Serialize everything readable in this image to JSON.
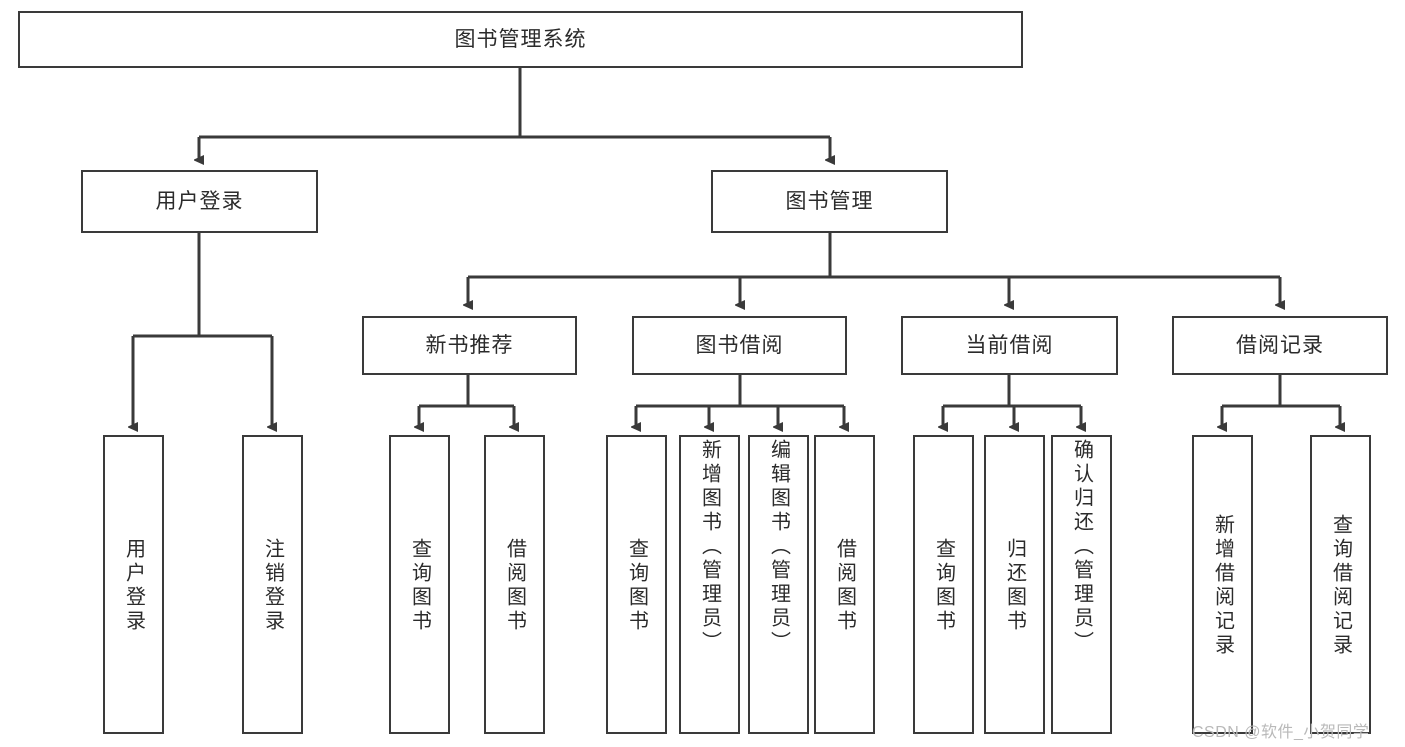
{
  "diagram": {
    "type": "tree-hierarchy",
    "title": "图书管理系统",
    "watermark": "CSDN @软件_小贺同学",
    "colors": {
      "box_border": "#3a3a3a",
      "box_fill": "#ffffff",
      "connector": "#3a3a3a",
      "text": "#2b2b2b",
      "watermark": "#b9b9b9"
    },
    "root": {
      "label": "图书管理系统"
    },
    "level2": [
      {
        "id": "user-login",
        "label": "用户登录"
      },
      {
        "id": "book-manage",
        "label": "图书管理"
      }
    ],
    "level3": [
      {
        "id": "new-book-recommend",
        "label": "新书推荐",
        "parent": "book-manage"
      },
      {
        "id": "book-borrow",
        "label": "图书借阅",
        "parent": "book-manage"
      },
      {
        "id": "current-borrow",
        "label": "当前借阅",
        "parent": "book-manage"
      },
      {
        "id": "borrow-record",
        "label": "借阅记录",
        "parent": "book-manage"
      }
    ],
    "leaves": {
      "user_login": [
        {
          "id": "leaf-user-login",
          "label": "用户登录"
        },
        {
          "id": "leaf-user-logout",
          "label": "注销登录"
        }
      ],
      "new_book_recommend": [
        {
          "id": "leaf-query-book-1",
          "label": "查询图书"
        },
        {
          "id": "leaf-borrow-book-1",
          "label": "借阅图书"
        }
      ],
      "book_borrow": [
        {
          "id": "leaf-query-book-2",
          "label": "查询图书"
        },
        {
          "id": "leaf-add-book",
          "label": "新增图书（管理员）"
        },
        {
          "id": "leaf-edit-book",
          "label": "编辑图书（管理员）"
        },
        {
          "id": "leaf-borrow-book-2",
          "label": "借阅图书"
        }
      ],
      "current_borrow": [
        {
          "id": "leaf-query-book-3",
          "label": "查询图书"
        },
        {
          "id": "leaf-return-book",
          "label": "归还图书"
        },
        {
          "id": "leaf-confirm-return",
          "label": "确认归还（管理员）"
        }
      ],
      "borrow_record": [
        {
          "id": "leaf-add-borrow-record",
          "label": "新增借阅记录"
        },
        {
          "id": "leaf-query-borrow-record",
          "label": "查询借阅记录"
        }
      ]
    }
  }
}
